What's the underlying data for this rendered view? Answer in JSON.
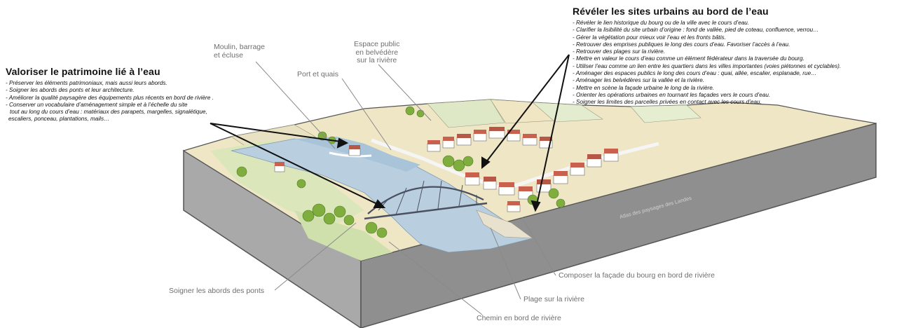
{
  "left_panel": {
    "title": "Valoriser le patrimoine lié à l’eau",
    "items": [
      "- Préserver les éléments patrimoniaux, mais aussi leurs abords.",
      "- Soigner les abords des ponts et leur architecture.",
      "- Améliorer la qualité paysagère des équipements plus récents en bord de rivière .",
      "- Conserver un vocabulaire d’aménagement simple et à l’échelle du site",
      "  tout au long du cours d’eau : matériaux des parapets, margelles, signalétique,",
      "  escaliers, ponceau, plantations, mails…"
    ]
  },
  "right_panel": {
    "title": "Révéler les sites urbains au bord de l’eau",
    "items": [
      "- Révéler le lien historique du bourg ou de la ville avec le cours d’eau.",
      "- Clarifier la lisibilité du site urbain d’origine : fond de vallée, pied de coteau, confluence, verrou…",
      "- Gérer la végétation pour mieux voir l’eau et les fronts bâtis.",
      "- Retrouver des emprises publiques le long des cours d’eau. Favoriser l’accès à l’eau.",
      "- Retrouver des plages sur la rivière.",
      "- Mettre en valeur le cours d’eau comme un élément fédérateur dans la traversée du bourg.",
      "- Utiliser l’eau comme un lien entre les quartiers dans les villes importantes (voies piétonnes et cyclables).",
      "- Aménager des espaces publics le long des cours d’eau : quai, allée, escalier, esplanade, rue…",
      "- Aménager les belvédères sur la vallée et la rivière.",
      "- Mettre en scène la façade urbaine le long de la rivière.",
      "- Orienter les opérations urbaines en tournant les façades vers le cours d’eau.",
      "- Soigner les limites des parcelles privées en contact avec les cours d’eau."
    ]
  },
  "labels": {
    "moulin": [
      "Moulin, barrage",
      "et écluse"
    ],
    "espace": [
      "Espace public",
      "en belvédère",
      "sur la rivière"
    ],
    "port": "Port et quais",
    "ponts": "Soigner les abords des ponts",
    "chemin": "Chemin en bord de rivière",
    "plage": "Plage sur la rivière",
    "facade": "Composer la façade du bourg en bord de rivière"
  },
  "watermark": "Atlas des paysages des Landes"
}
